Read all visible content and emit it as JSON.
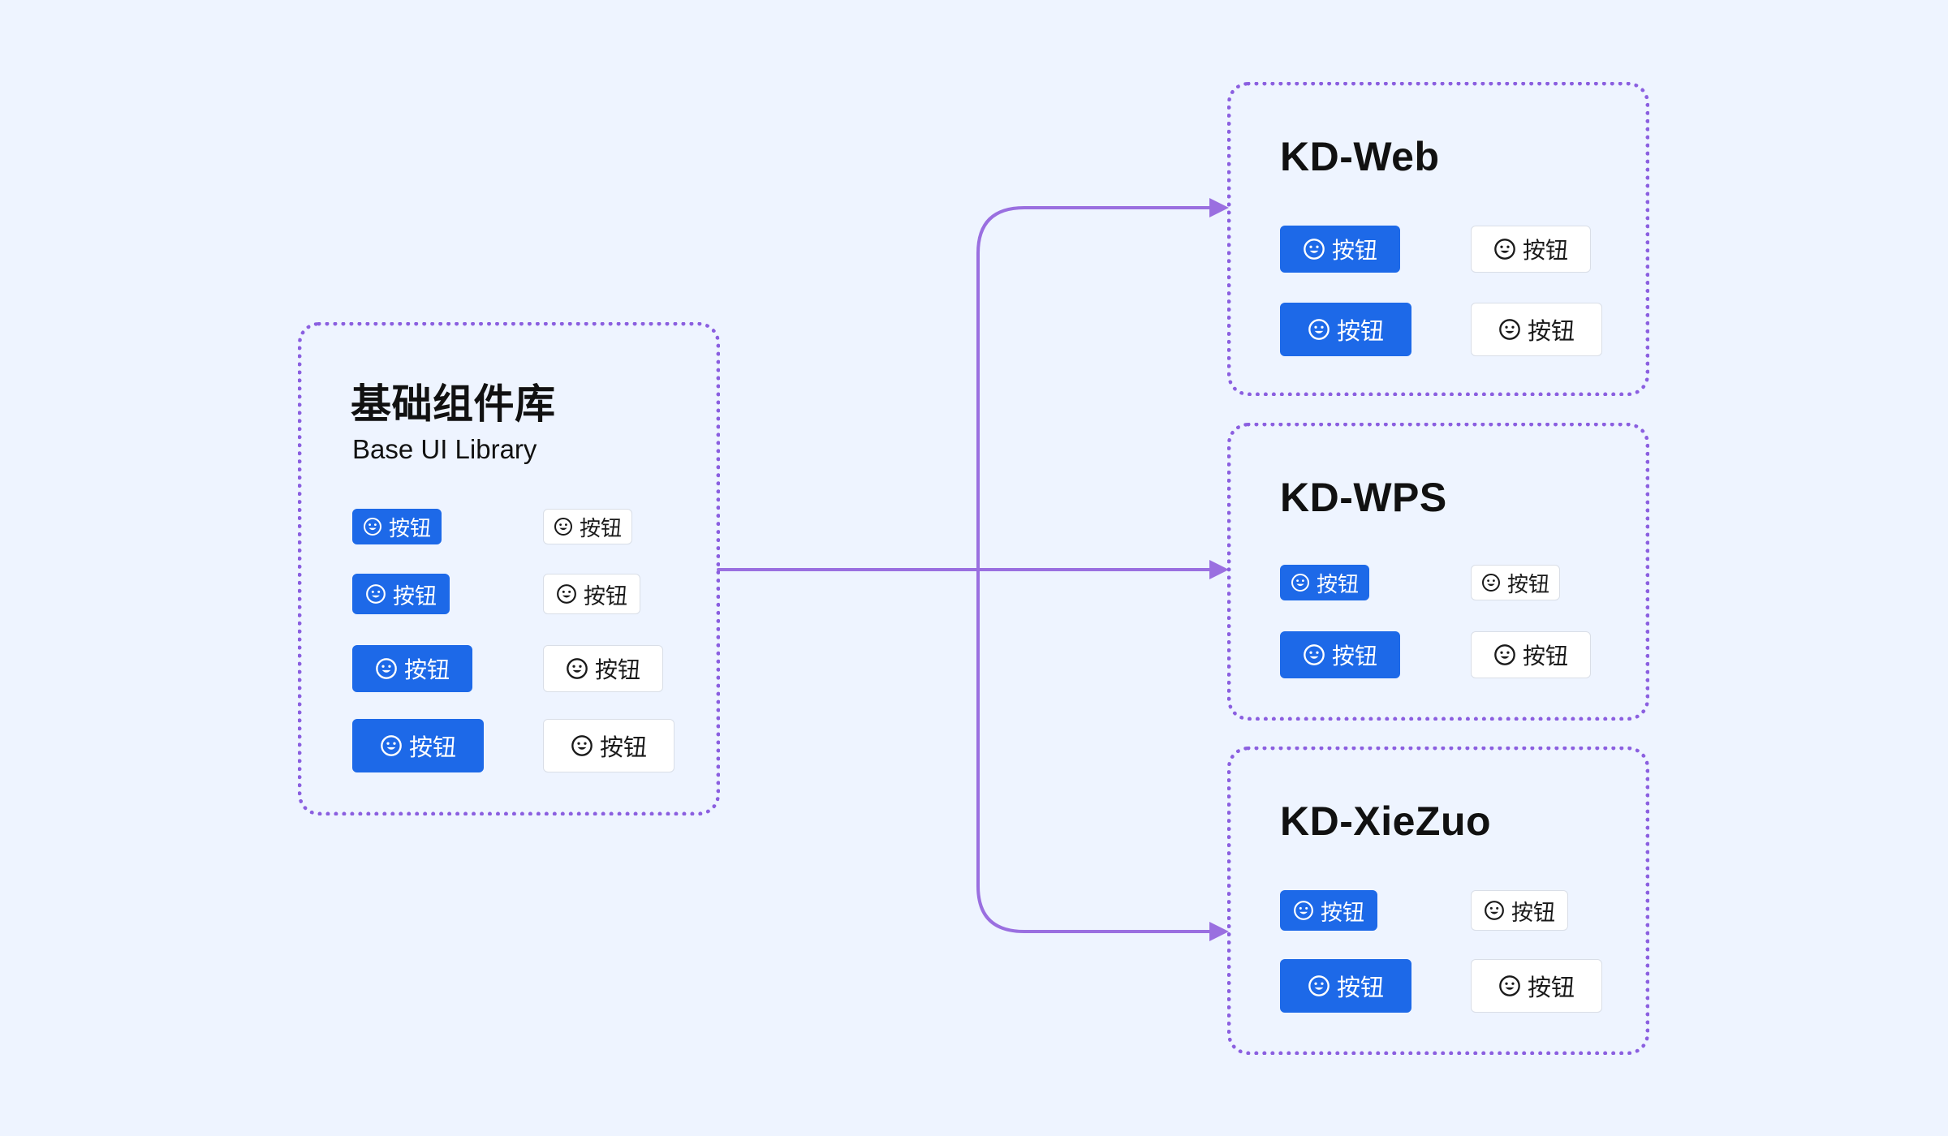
{
  "colors": {
    "background": "#EEF4FF",
    "accent": "#8B5FE0",
    "primary_button": "#1D69E8",
    "default_button": "#FFFFFF"
  },
  "source": {
    "title": "基础组件库",
    "subtitle": "Base UI Library",
    "buttons": [
      {
        "type": "primary",
        "label": "按钮",
        "icon": "smile-icon",
        "size": "mini"
      },
      {
        "type": "default",
        "label": "按钮",
        "icon": "smile-icon",
        "size": "mini"
      },
      {
        "type": "primary",
        "label": "按钮",
        "icon": "smile-icon",
        "size": "small"
      },
      {
        "type": "default",
        "label": "按钮",
        "icon": "smile-icon",
        "size": "small"
      },
      {
        "type": "primary",
        "label": "按钮",
        "icon": "smile-icon",
        "size": "medium"
      },
      {
        "type": "default",
        "label": "按钮",
        "icon": "smile-icon",
        "size": "medium"
      },
      {
        "type": "primary",
        "label": "按钮",
        "icon": "smile-icon",
        "size": "large"
      },
      {
        "type": "default",
        "label": "按钮",
        "icon": "smile-icon",
        "size": "large"
      }
    ]
  },
  "targets": [
    {
      "title": "KD-Web",
      "buttons": [
        {
          "type": "primary",
          "label": "按钮",
          "icon": "smile-icon",
          "size": "medium"
        },
        {
          "type": "default",
          "label": "按钮",
          "icon": "smile-icon",
          "size": "medium"
        },
        {
          "type": "primary",
          "label": "按钮",
          "icon": "smile-icon",
          "size": "large"
        },
        {
          "type": "default",
          "label": "按钮",
          "icon": "smile-icon",
          "size": "large"
        }
      ]
    },
    {
      "title": "KD-WPS",
      "buttons": [
        {
          "type": "primary",
          "label": "按钮",
          "icon": "smile-icon",
          "size": "mini"
        },
        {
          "type": "default",
          "label": "按钮",
          "icon": "smile-icon",
          "size": "mini"
        },
        {
          "type": "primary",
          "label": "按钮",
          "icon": "smile-icon",
          "size": "medium"
        },
        {
          "type": "default",
          "label": "按钮",
          "icon": "smile-icon",
          "size": "medium"
        }
      ]
    },
    {
      "title": "KD-XieZuo",
      "buttons": [
        {
          "type": "primary",
          "label": "按钮",
          "icon": "smile-icon",
          "size": "small"
        },
        {
          "type": "default",
          "label": "按钮",
          "icon": "smile-icon",
          "size": "small"
        },
        {
          "type": "primary",
          "label": "按钮",
          "icon": "smile-icon",
          "size": "large"
        },
        {
          "type": "default",
          "label": "按钮",
          "icon": "smile-icon",
          "size": "large"
        }
      ]
    }
  ]
}
